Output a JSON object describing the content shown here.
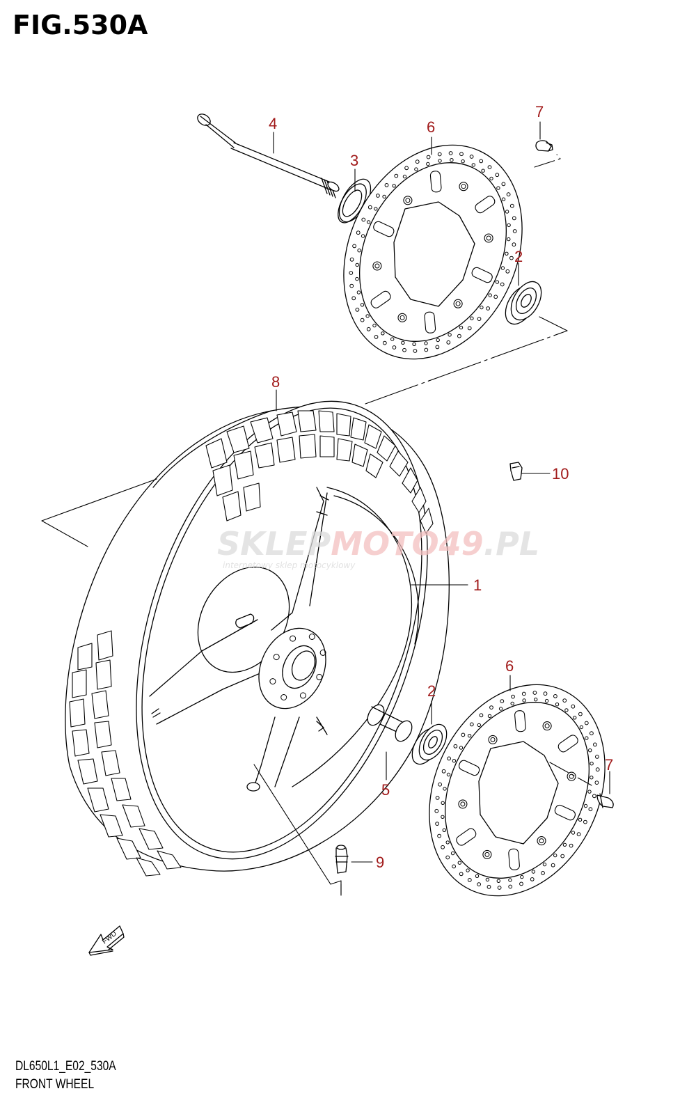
{
  "figure": {
    "title": "FIG.530A",
    "model_code": "DL650L1_E02_530A",
    "name": "FRONT WHEEL"
  },
  "watermark": {
    "brand_part1": "SKLEP",
    "brand_part2": "MOTO",
    "brand_part3": "49",
    "brand_part4": ".PL",
    "tagline": "internetowy sklep motocyklowy"
  },
  "fwd_arrow_label": "FWD",
  "callouts": [
    {
      "id": "c1",
      "label": "1"
    },
    {
      "id": "c2a",
      "label": "2"
    },
    {
      "id": "c2b",
      "label": "2"
    },
    {
      "id": "c3",
      "label": "3"
    },
    {
      "id": "c4",
      "label": "4"
    },
    {
      "id": "c5",
      "label": "5"
    },
    {
      "id": "c6a",
      "label": "6"
    },
    {
      "id": "c6b",
      "label": "6"
    },
    {
      "id": "c7a",
      "label": "7"
    },
    {
      "id": "c7b",
      "label": "7"
    },
    {
      "id": "c8",
      "label": "8"
    },
    {
      "id": "c9",
      "label": "9"
    },
    {
      "id": "c10",
      "label": "10"
    }
  ],
  "colors": {
    "callout_text": "#a11a1a",
    "line": "#000000",
    "watermark_grey": "#d9d9d9",
    "watermark_red": "#f2b8b8"
  }
}
